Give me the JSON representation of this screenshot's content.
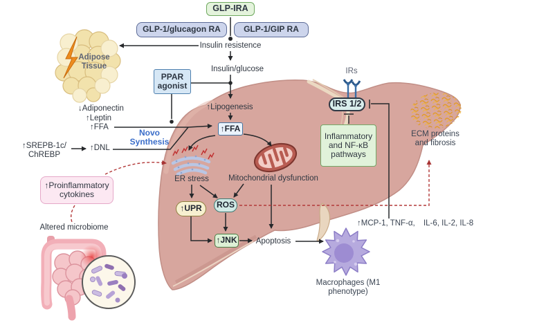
{
  "top": {
    "glp_ira": "GLP-IRA",
    "glp_glucagon": "GLP-1/glucagon RA",
    "glp_gip": "GLP-1/GIP RA",
    "insulin_resistence": "Insulin resistence",
    "insulin_glucose": "Insulin/glucose"
  },
  "adipose": {
    "line1": "Adipose",
    "line2": "Tissue",
    "adiponectin": "↓Adiponectin",
    "leptin": "↑Leptin",
    "ffa": "↑FFA"
  },
  "left": {
    "srepb_line1": "↑SREPB-1c/",
    "srepb_line2": "ChREBP",
    "dnl": "↑DNL",
    "proinflammatory_line1": "↑Proinflammatory",
    "proinflammatory_line2": "cytokines",
    "altered_microbiome": "Altered microbiome"
  },
  "liver": {
    "ppar_line1": "PPAR",
    "ppar_line2": "agonist",
    "novo_line1": "Novo",
    "novo_line2": "Synthesis",
    "lipogenesis": "↑Lipogenesis",
    "ffa": "↑FFA",
    "er_stress": "ER stress",
    "mito_dysfunction": "Mitochondrial dysfunction",
    "upr": "↑UPR",
    "ros": "ROS",
    "jnk": "↑JNK",
    "apoptosis": "Apoptosis"
  },
  "right": {
    "irs": "IRs",
    "irs12": "IRS 1/2",
    "inflammatory_line1": "Inflammatory",
    "inflammatory_line2": "and NF-κB",
    "inflammatory_line3": "pathways",
    "ecm_line1": "ECM proteins",
    "ecm_line2": "and fibrosis",
    "mcp_line1": "↑MCP-1, TNF-α,",
    "mcp_line2": "IL-6, IL-2, IL-8",
    "macrophages_line1": "Macrophages (M1",
    "macrophages_line2": "phenotype)"
  },
  "colors": {
    "liver": "#d7a69e",
    "liver_border": "#c18e86",
    "green_box": "#e4f3dc",
    "green_border": "#6fa95f",
    "blue_box": "#cdd5ec",
    "blue_border": "#5c6b96",
    "ppar_box": "#d6e7f5",
    "ppar_border": "#4d7fae",
    "upr_fill": "#f7f0d0",
    "ros_fill": "#d1e9e5",
    "pink_box": "#fce8f2",
    "red_dashed": "#b23838",
    "ecm_orange": "#e49b1e",
    "macrophage": "#b6aade"
  }
}
